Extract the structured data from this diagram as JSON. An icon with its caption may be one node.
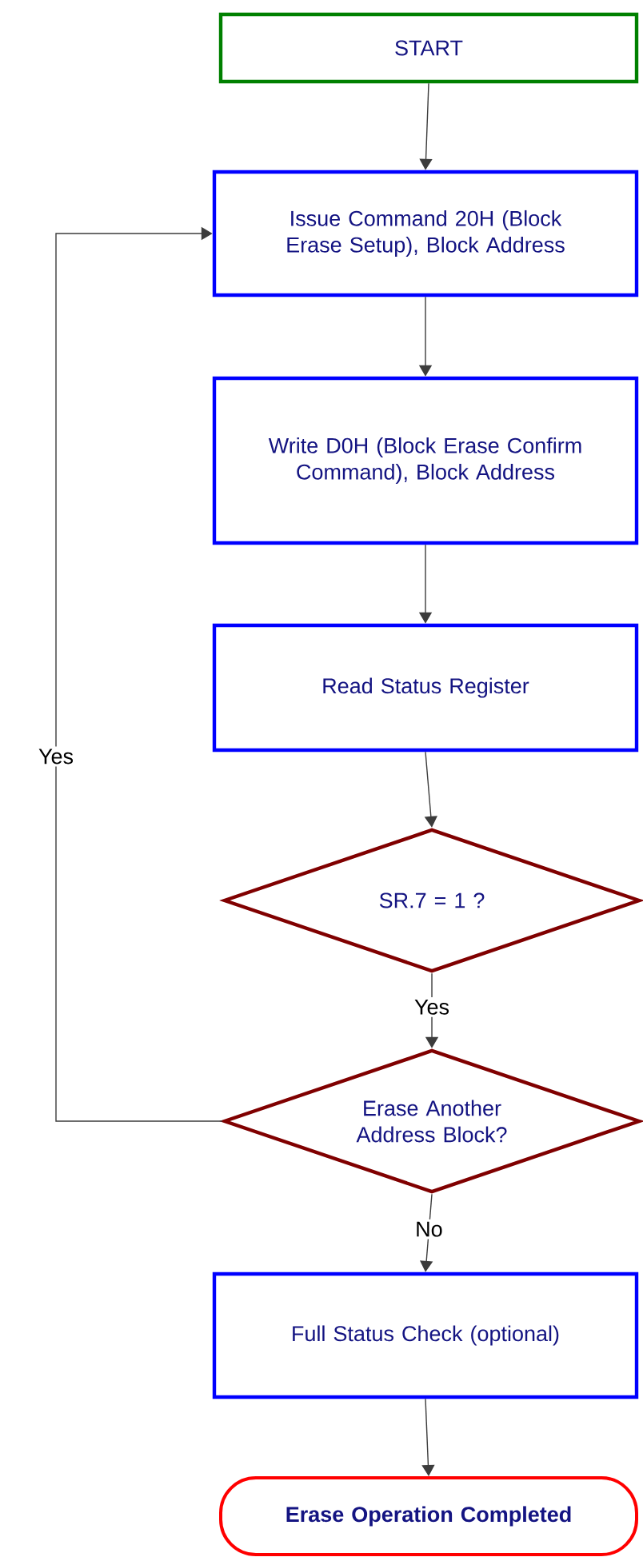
{
  "diagram": {
    "nodes": [
      {
        "text": [
          "START"
        ]
      },
      {
        "text": [
          "Issue Command 20H (Block Erase Setup), Block Address"
        ]
      },
      {
        "text": [
          "Write D0H (Block Erase Confirm Command), Block Address"
        ]
      },
      {
        "text": [
          "Read Status Register"
        ]
      },
      {
        "text": [
          "SR.7 = 1 ?"
        ]
      },
      {
        "text": [
          "Erase Another Address Block?"
        ]
      },
      {
        "text": [
          "Full Status Check (optional)"
        ]
      },
      {
        "text": [
          "Erase Operation Completed"
        ]
      }
    ],
    "edges": [
      {
        "from": 0,
        "to": 1,
        "arrow": "to"
      },
      {
        "from": 1,
        "to": 2,
        "arrow": "to"
      },
      {
        "from": 2,
        "to": 3,
        "arrow": "to"
      },
      {
        "from": 3,
        "to": 4,
        "arrow": "to"
      },
      {
        "from": 4,
        "to": 5,
        "arrow": "to",
        "label": "Yes"
      },
      {
        "from": 5,
        "to": 1,
        "arrow": "to",
        "label": "Yes"
      },
      {
        "from": 5,
        "to": 6,
        "arrow": "to",
        "label": "No"
      },
      {
        "from": 6,
        "to": 7,
        "arrow": "to"
      }
    ]
  }
}
